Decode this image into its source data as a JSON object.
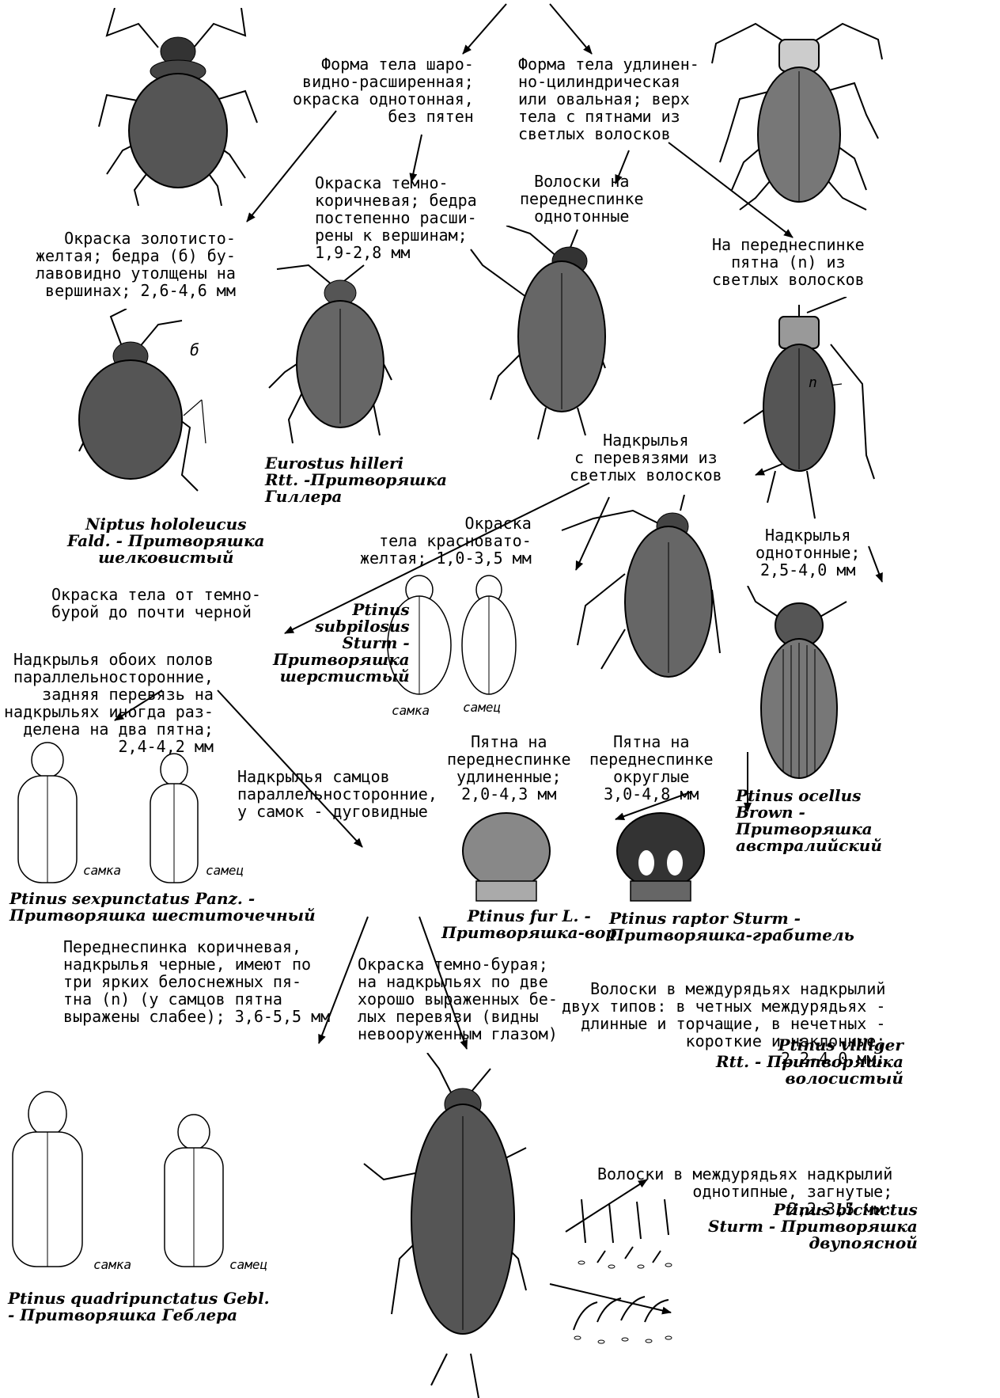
{
  "nodes": {
    "body_spherical": "Форма тела шаро-\nвидно-расширенная;\nокраска однотонная,\n  без пятен",
    "body_elongated": "Форма тела удлинен-\nно-цилиндрическая\nили овальная; верх\nтела с пятнами из\nсветлых волосков",
    "dark_brown": "Окраска темно-\nкоричневая; бедра\nпостепенно расши-\nрены к вершинам;\n1,9-2,8 мм",
    "hairs_uniform": "Волоски на\nпереднеспинке\nоднотонные",
    "golden": "Окраска золотисто-\nжелтая; бедра (б) бу-\nлавовидно утолщены на\nвершинах; 2,6-4,6 мм",
    "pronotum_spots": "На переднеспинке\nпятна (n) из\nсветлых волосков",
    "elytra_bands": "Надкрылья\nс перевязями из\nсветлых волосков",
    "elytra_uniform": "Надкрылья\nоднотонные;\n2,5-4,0 мм",
    "reddish": "Окраска\nтела красновато-\nжелтая; 1,0-3,5 мм",
    "dark_black": "Окраска тела от темно-\nбурой до почти черной",
    "elytra_parallel_both": "Надкрылья обоих полов\nпараллельносторонние,\nзадняя перевязь на\nнадкрыльях иногда раз-\nделена на два пятна;\n2,4-4,2 мм",
    "elytra_male_parallel": "Надкрылья самцов\nпараллельносторонние,\nу самок - дуговидные",
    "spots_elongated": "Пятна на\nпереднеспинке\nудлиненные;\n2,0-4,3 мм",
    "spots_round": "Пятна на\nпереднеспинке\nокруглые\n3,0-4,8 мм",
    "pronotum_brown": "Переднеспинка коричневая,\nнадкрылья черные, имеют по\nтри ярких белоснежных пя-\nтна (n) (у самцов пятна\nвыражены слабее); 3,6-5,5 мм",
    "dark_bands": "Окраска темно-бурая;\nна надкрыльях по две\nхорошо выраженных бе-\nлых перевязи (видны\nневооруженным глазом)",
    "hairs_two_types": "Волоски в междурядьях надкрылий\nдвух типов: в четных междурядьях -\nдлинные и торчащие, в нечетных -\nкороткие и наклонные;\n2,2-4,0 мм:",
    "hairs_one_type": "Волоски в междурядьях надкрылий\nоднотипные, загнутые;\n2,2-3,5 мм:"
  },
  "species": {
    "niptus": "Niptus hololeucus\nFald. - Притворяшка\nшелковистый",
    "eurostus": "Eurostus hilleri\nRtt. -Притворяшка\nГиллера",
    "subpilosus": "Ptinus\nsubpilosus\nSturm -\nПритворяшка\nшерстистый",
    "ocellus": "Ptinus ocellus\nBrown -\nПритворяшка\nавстралийский",
    "sexpunctatus": "Ptinus sexpunctatus Panz. -\nПритворяшка шеститочечный",
    "fur": "Ptinus fur L. -\nПритворяшка-вор",
    "raptor": "Ptinus raptor Sturm -\nПритворяшка-грабитель",
    "quadripunctatus": "Ptinus quadripunctatus Gebl.\n- Притворяшка Геблера",
    "villiger": "Ptinus villiger\nRtt. - Притворяшка\nволосистый",
    "bicinctus": "Ptinus bicinctus\nSturm - Притворяшка\nдвупоясной"
  },
  "labels": {
    "b": "б",
    "n": "n",
    "female": "самка",
    "male": "самец"
  }
}
